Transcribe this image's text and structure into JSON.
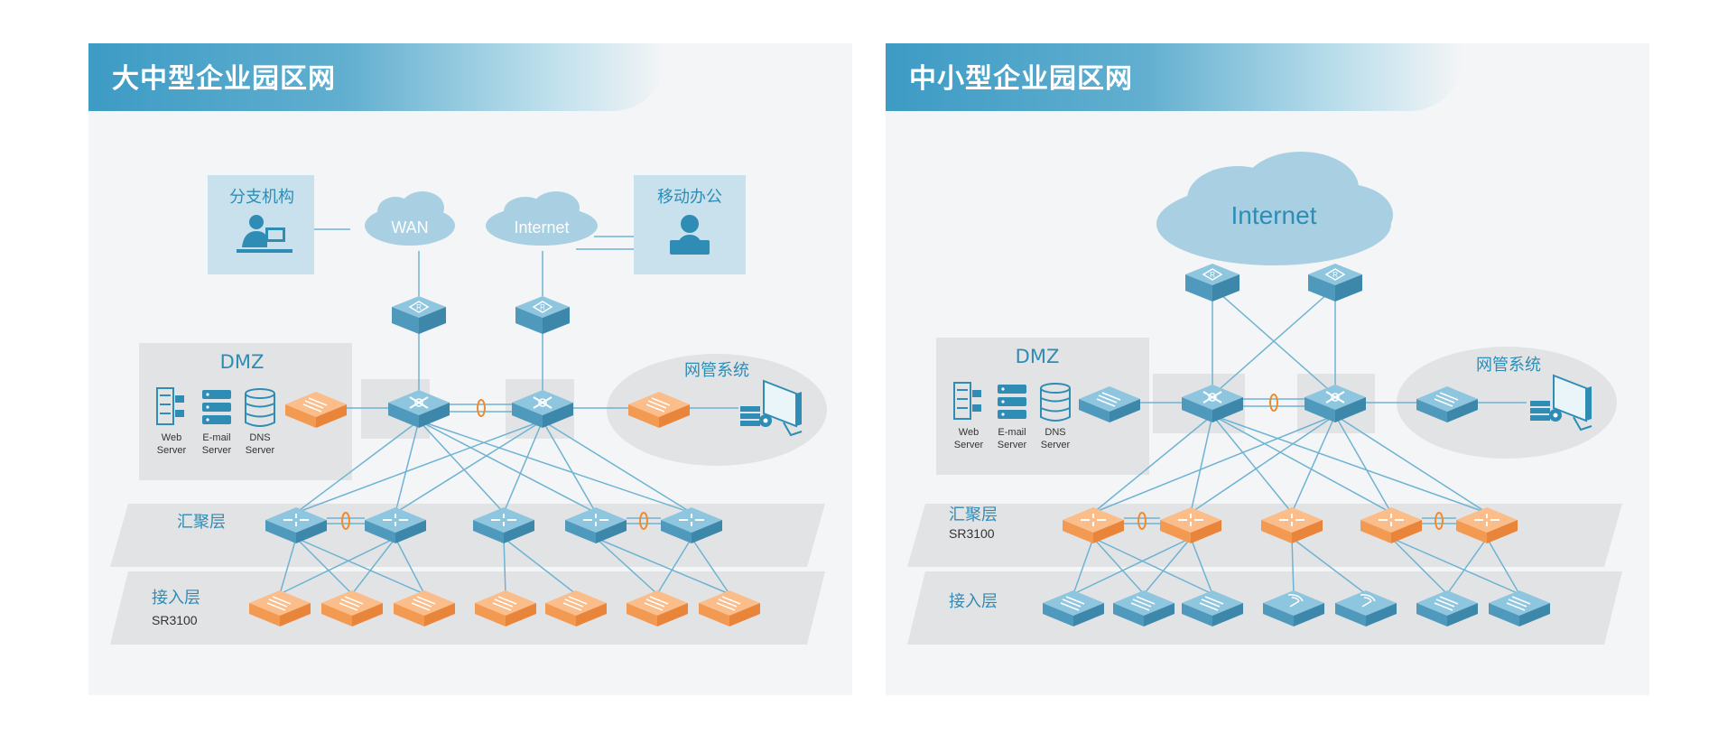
{
  "panels": {
    "large": {
      "title": "大中型企业园区网",
      "branch_label": "分支机构",
      "mobile_label": "移动办公",
      "cloud_wan": "WAN",
      "cloud_internet": "Internet",
      "dmz_title": "DMZ",
      "servers": [
        {
          "line1": "Web",
          "line2": "Server"
        },
        {
          "line1": "E-mail",
          "line2": "Server"
        },
        {
          "line1": "DNS",
          "line2": "Server"
        }
      ],
      "nms_label": "网管系统",
      "aggregation_label": "汇聚层",
      "access_label": "接入层",
      "access_model": "SR3100"
    },
    "small": {
      "title": "中小型企业园区网",
      "cloud_internet": "Internet",
      "dmz_title": "DMZ",
      "servers": [
        {
          "line1": "Web",
          "line2": "Server"
        },
        {
          "line1": "E-mail",
          "line2": "Server"
        },
        {
          "line1": "DNS",
          "line2": "Server"
        }
      ],
      "nms_label": "网管系统",
      "aggregation_label": "汇聚层",
      "aggregation_model": "SR3100",
      "access_label": "接入层"
    }
  },
  "colors": {
    "header_blue": "#3d9bc4",
    "device_blue": "#5fa8c9",
    "device_orange": "#f7a15e",
    "link_blue": "#6eb3d3",
    "lag_orange": "#f08a2a",
    "cloud": "#a9d0e2",
    "zone_gray": "#e2e3e4",
    "branch_box": "#c9e1ec"
  },
  "icons": [
    "router-icon",
    "core-switch-icon",
    "aggregation-switch-icon",
    "access-switch-icon",
    "wireless-ap-icon",
    "cloud-icon",
    "server-icon",
    "monitor-icon",
    "user-icon"
  ]
}
